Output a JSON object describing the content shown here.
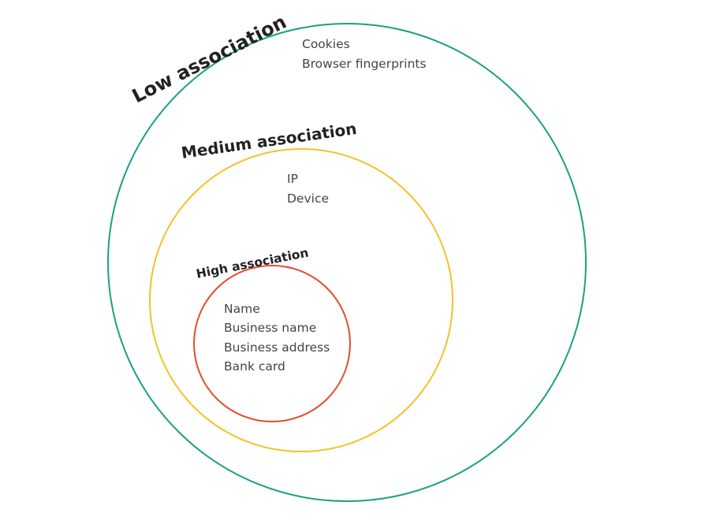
{
  "levels": [
    {
      "label": "Low association",
      "color": "#1aa084",
      "items": [
        "Cookies",
        "Browser fingerprints"
      ]
    },
    {
      "label": "Medium association",
      "color": "#f2c32a",
      "items": [
        "IP",
        "Device"
      ]
    },
    {
      "label": "High association",
      "color": "#e64a2e",
      "items": [
        "Name",
        "Business name",
        "Business address",
        "Bank card"
      ]
    }
  ]
}
